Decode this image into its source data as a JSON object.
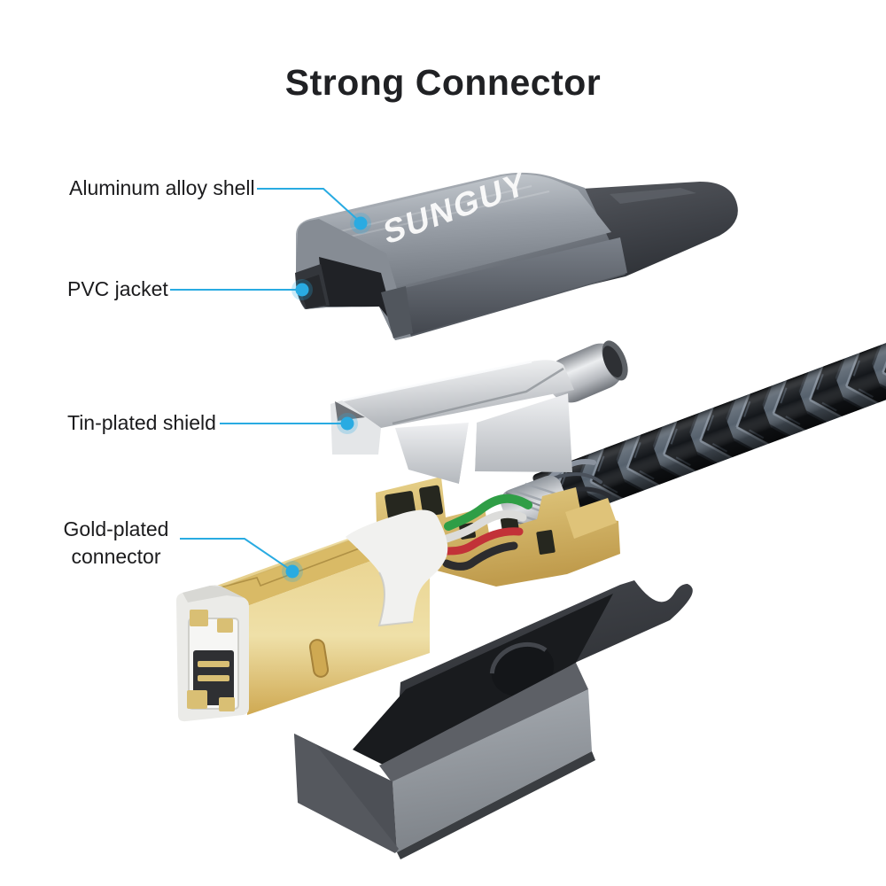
{
  "title": "Strong Connector",
  "brand": "SUNGUY",
  "callouts": [
    {
      "text": "Aluminum alloy shell"
    },
    {
      "text": "PVC jacket"
    },
    {
      "text": "Tin-plated shield"
    },
    {
      "text": "Gold-plated",
      "text2": "connector"
    }
  ],
  "colors": {
    "background": "#ffffff",
    "title_text": "#202124",
    "label_text": "#1b1b1d",
    "leader_line": "#29abe2",
    "callout_dot": "#29abe2",
    "aluminum_shell": "#9198a0",
    "rubber_boot": "#3f4348",
    "pvc_jacket": "#3c3f45",
    "tin_shield": "#d7d9dc",
    "gold_connector": "#e4cc85",
    "braid_dark": "#14171b",
    "braid_light": "#56616d",
    "wire_green": "#2f9e46",
    "wire_white": "#dcdcda",
    "wire_red": "#c23238",
    "wire_black": "#2c2c2e",
    "jacket_front_face": "#9aa0a6"
  }
}
